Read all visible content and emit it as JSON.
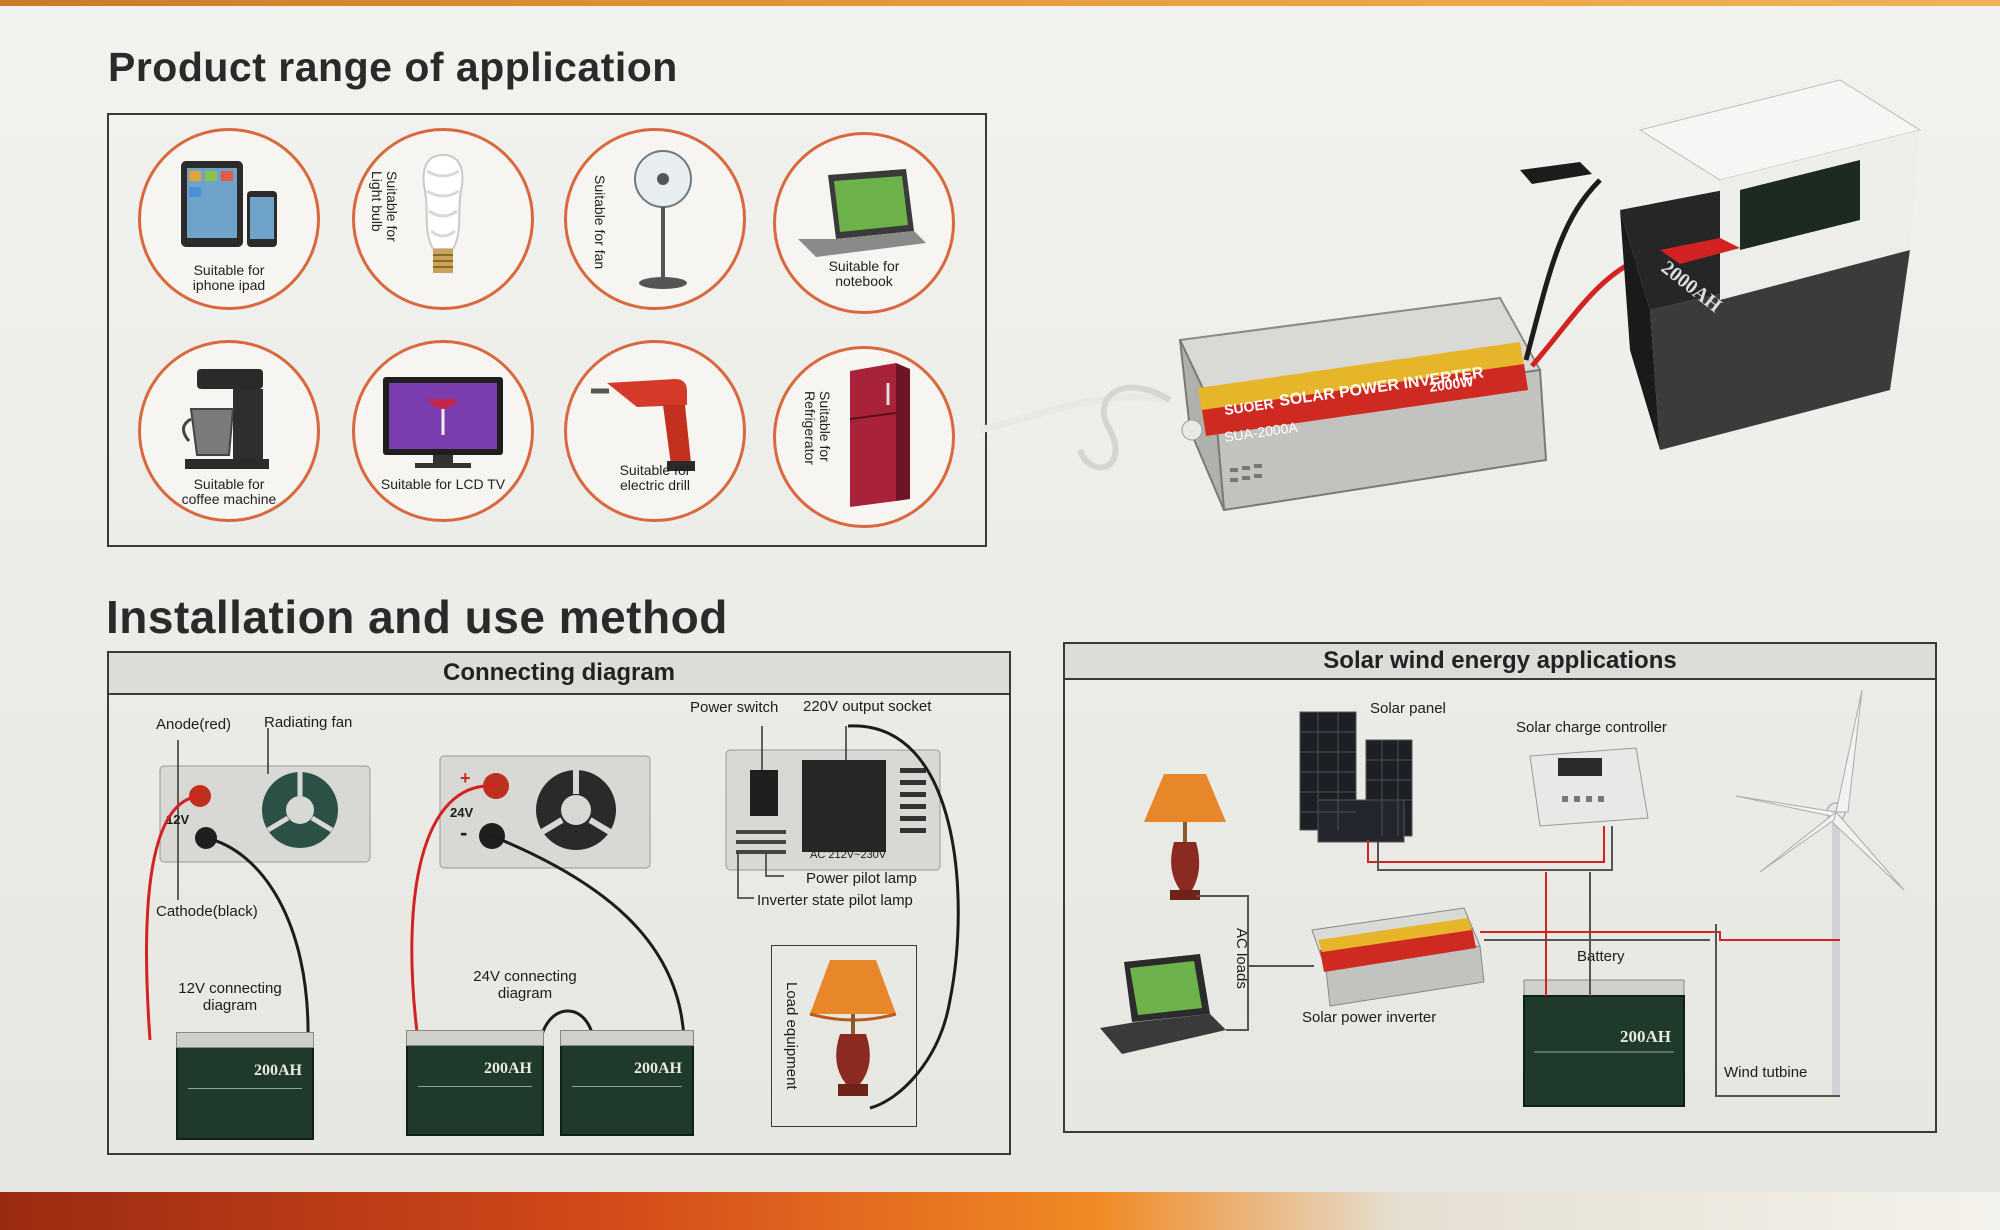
{
  "headings": {
    "range": "Product range of application",
    "install": "Installation and use method"
  },
  "applications": [
    {
      "lines": [
        "Suitable for",
        "iphone ipad"
      ]
    },
    {
      "lines": [
        "Suitable for",
        "Light bulb"
      ]
    },
    {
      "lines": [
        "Suitable for fan"
      ]
    },
    {
      "lines": [
        "Suitable for",
        "notebook"
      ]
    },
    {
      "lines": [
        "Suitable for",
        "coffee machine"
      ]
    },
    {
      "lines": [
        "Suitable for LCD TV"
      ]
    },
    {
      "lines": [
        "Suitable for",
        "electric drill"
      ]
    },
    {
      "lines": [
        "Suitable for",
        "Refrigerator"
      ]
    }
  ],
  "product": {
    "brand": "SUOER",
    "banner": "SOLAR POWER INVERTER",
    "power": "2000W",
    "model": "SUA-2000A",
    "battery_label": "2000AH"
  },
  "connecting": {
    "title": "Connecting diagram",
    "anode": "Anode(red)",
    "fan": "Radiating fan",
    "cathode": "Cathode(black)",
    "v12": "12V",
    "v24": "24V",
    "diag12": [
      "12V connecting",
      "diagram"
    ],
    "diag24": [
      "24V connecting",
      "diagram"
    ],
    "power_switch": "Power switch",
    "output_socket": "220V output socket",
    "power_lamp": "Power pilot lamp",
    "state_lamp": "Inverter state pilot lamp",
    "ac_range": "AC 212V~230V",
    "load": "Load equipment",
    "battery_ah": "200AH"
  },
  "solar": {
    "title": "Solar wind energy applications",
    "panel": "Solar panel",
    "controller": "Solar charge controller",
    "ac_loads": "AC loads",
    "inverter": "Solar power inverter",
    "battery": "Battery",
    "battery_ah": "200AH",
    "turbine": "Wind tutbine"
  },
  "colors": {
    "accent_orange": "#d9683c",
    "battery_green": "#1f3a2b",
    "wire_red": "#d22222"
  }
}
